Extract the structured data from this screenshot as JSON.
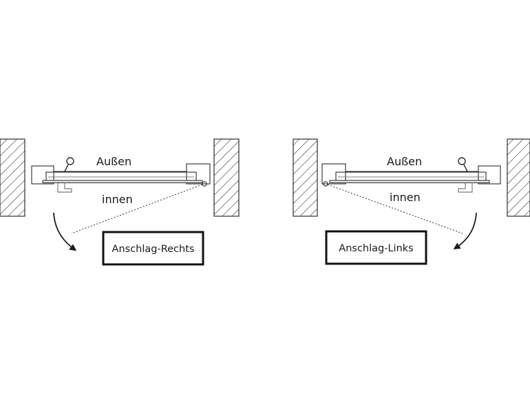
{
  "left_panel": {
    "outside_label": "Außen",
    "inside_label": "innen",
    "hinge_label": "Anschlag-Rechts"
  },
  "right_panel": {
    "outside_label": "Außen",
    "inside_label": "innen",
    "hinge_label": "Anschlag-Links"
  },
  "colors": {
    "line": "#2b2b2b",
    "wall_hatch": "#333333",
    "background": "#ffffff"
  }
}
